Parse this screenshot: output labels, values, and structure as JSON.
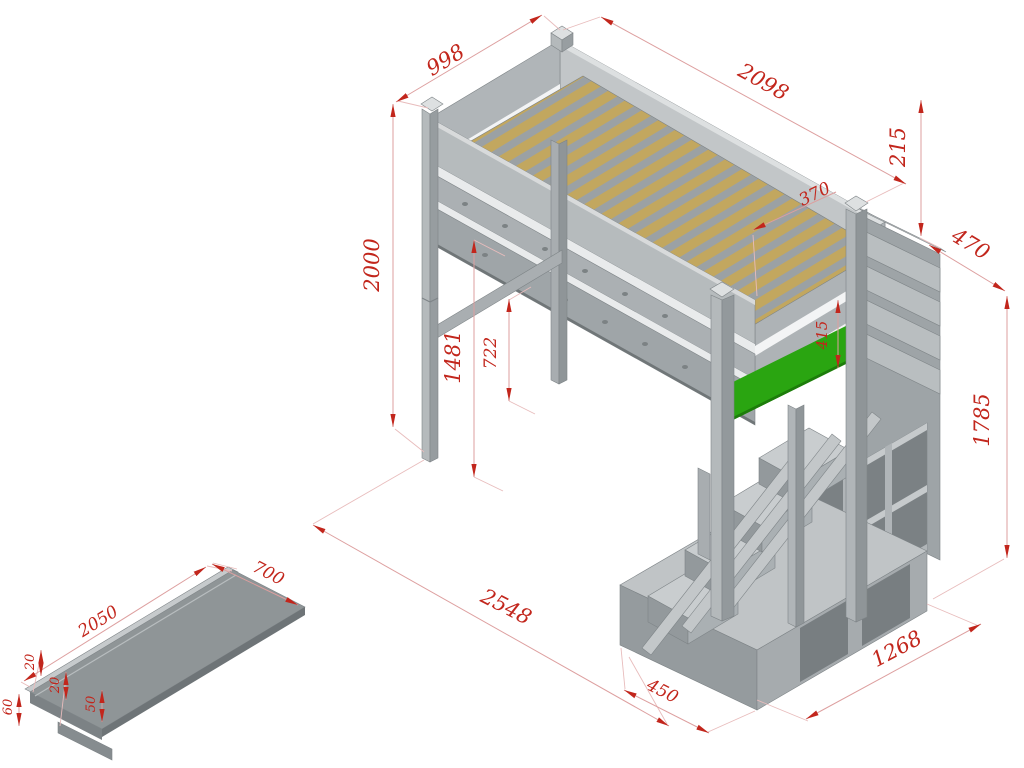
{
  "drawing": {
    "type": "isometric furniture technical drawing",
    "subject": "loft-bed-with-stair-storage-and-desk-panel",
    "units": "mm"
  },
  "colors": {
    "background": "#ffffff",
    "frame_gray": "#b5babc",
    "frame_shadow": "#959b9e",
    "frame_light": "#d6d9da",
    "slat_tan": "#c2a75f",
    "panel_green": "#2aa511",
    "dim_text_red": "#c2261c",
    "dim_line_pink": "#dd9f9f"
  },
  "dims": [
    {
      "id": "bed-width",
      "value": "998"
    },
    {
      "id": "bed-length",
      "value": "2098"
    },
    {
      "id": "rail-top-height",
      "value": "215"
    },
    {
      "id": "guardrail-height",
      "value": "370"
    },
    {
      "id": "stair-module-depth",
      "value": "470"
    },
    {
      "id": "overall-height",
      "value": "2000"
    },
    {
      "id": "underbed-clearance",
      "value": "1481"
    },
    {
      "id": "beam-height",
      "value": "722"
    },
    {
      "id": "panel-height",
      "value": "415"
    },
    {
      "id": "stair-module-height",
      "value": "1785"
    },
    {
      "id": "overall-depth",
      "value": "2548"
    },
    {
      "id": "step-box-depth",
      "value": "450"
    },
    {
      "id": "stair-module-width",
      "value": "1268"
    },
    {
      "id": "desk-length",
      "value": "2050"
    },
    {
      "id": "desk-width",
      "value": "700"
    },
    {
      "id": "desk-edge-thickness",
      "value": "60"
    },
    {
      "id": "desk-top-thickness",
      "value": "20"
    },
    {
      "id": "desk-panel-thickness",
      "value": "20"
    },
    {
      "id": "desk-rail-height",
      "value": "50"
    }
  ]
}
